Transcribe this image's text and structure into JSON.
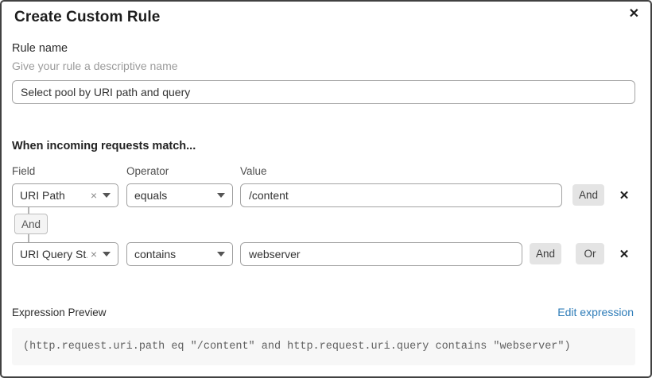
{
  "dialog": {
    "title": "Create Custom Rule",
    "close_icon": "✕"
  },
  "rule_name": {
    "label": "Rule name",
    "hint": "Give your rule a descriptive name",
    "value": "Select pool by URI path and query"
  },
  "match": {
    "heading": "When incoming requests match...",
    "columns": {
      "field": "Field",
      "operator": "Operator",
      "value": "Value"
    },
    "rows": [
      {
        "field": "URI Path",
        "operator": "equals",
        "value": "/content",
        "and_button": "And",
        "remove_icon": "✕"
      },
      {
        "field": "URI Query St...",
        "operator": "contains",
        "value": "webserver",
        "and_button": "And",
        "or_button": "Or",
        "remove_icon": "✕"
      }
    ],
    "connector_label": "And",
    "clear_icon": "×"
  },
  "expression": {
    "label": "Expression Preview",
    "edit_link": "Edit expression",
    "preview": "(http.request.uri.path eq \"/content\" and http.request.uri.query contains \"webserver\")"
  },
  "colors": {
    "link": "#2e7cb8",
    "button_bg": "#e4e4e4",
    "badge_bg": "#f4f4f4",
    "code_bg": "#f7f7f7",
    "border_dark": "#414141"
  }
}
